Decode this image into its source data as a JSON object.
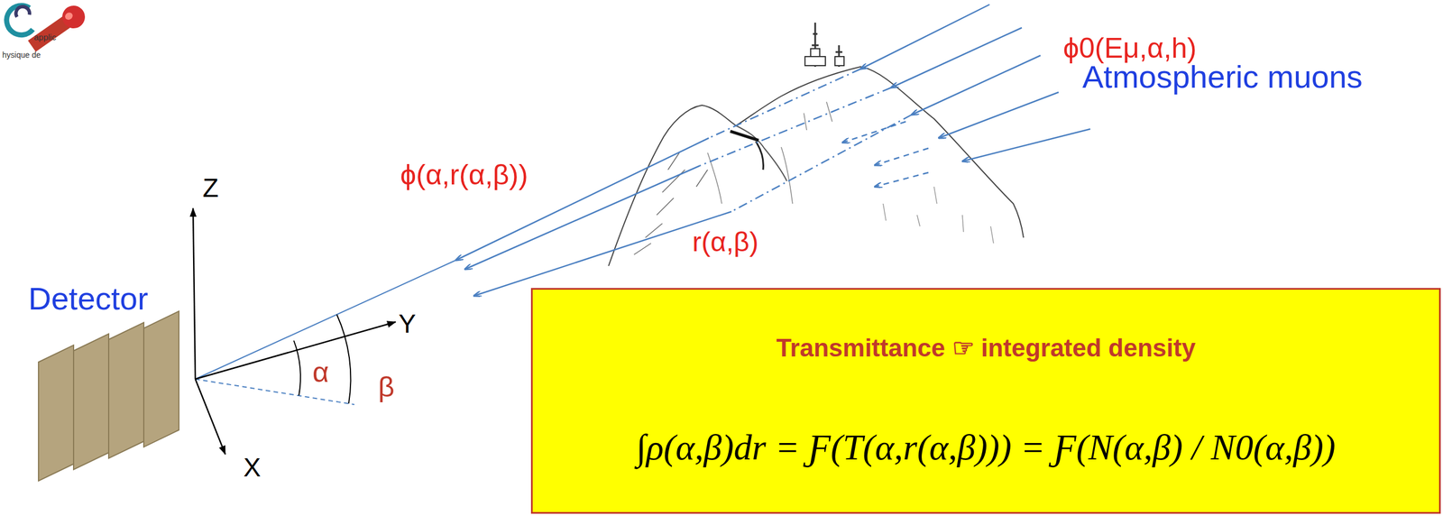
{
  "diagram": {
    "nodes": [
      {
        "text": [
          "Transmittance ☞ integrated density",
          "∫ρ(α,β)dr = Ƒ(T(α,r(α,β))) = Ƒ(N(α,β) / N0(α,β))"
        ]
      }
    ],
    "labels": [
      "applic",
      "hysique de",
      "ϕ0(Eμ,α,h)",
      "Atmospheric muons",
      "ϕ(α,r(α,β))",
      "r(α,β)",
      "Z",
      "Detector",
      "Y",
      "α",
      "β",
      "X"
    ]
  }
}
